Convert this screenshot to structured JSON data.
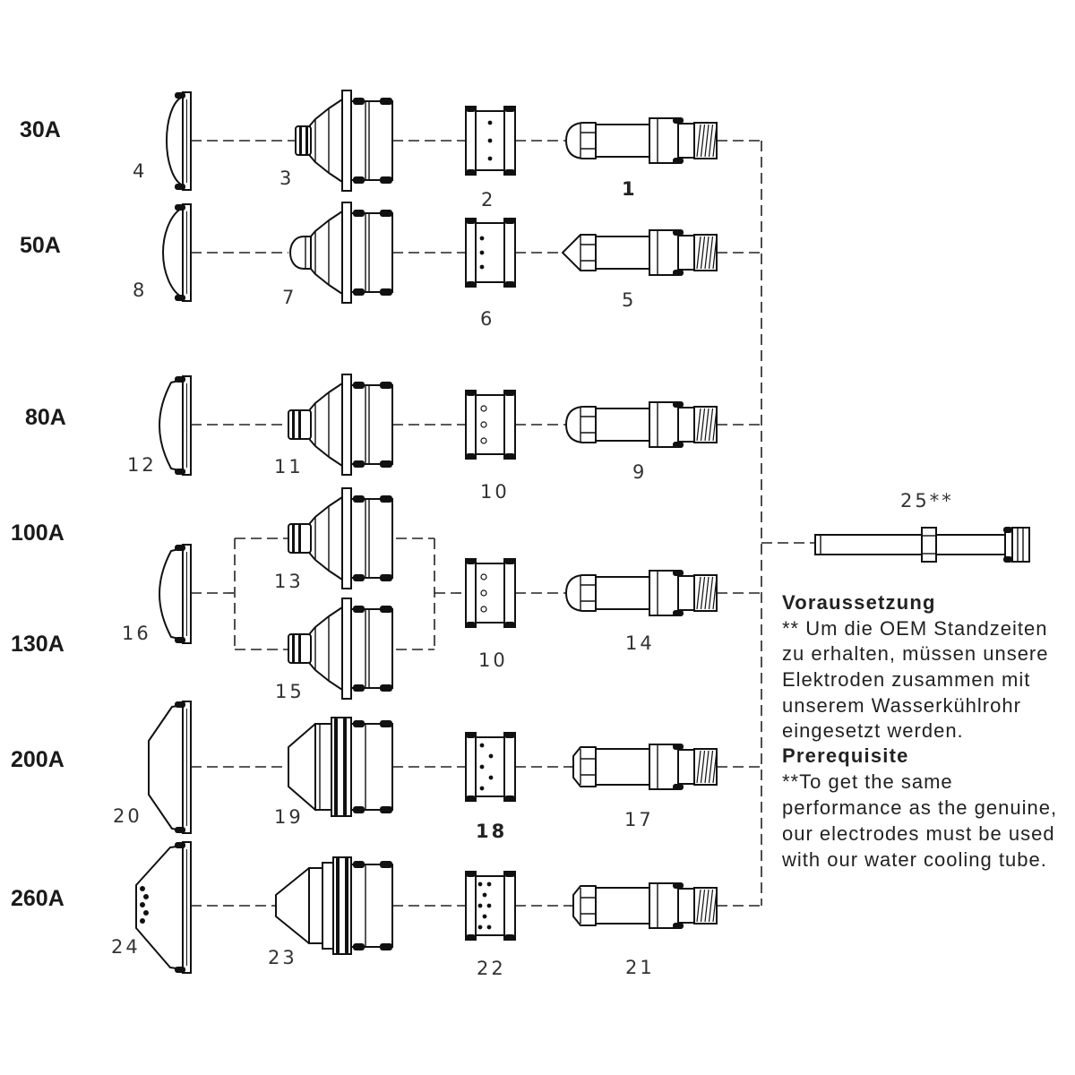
{
  "diagram": {
    "groups": [
      {
        "amperages": [
          "30A"
        ],
        "shield": "4",
        "nozzles": [
          "3"
        ],
        "swirl_ring": "2",
        "electrode": "1"
      },
      {
        "amperages": [
          "50A"
        ],
        "shield": "8",
        "nozzles": [
          "7"
        ],
        "swirl_ring": "6",
        "electrode": "5"
      },
      {
        "amperages": [
          "80A"
        ],
        "shield": "12",
        "nozzles": [
          "11"
        ],
        "swirl_ring": "10",
        "electrode": "9"
      },
      {
        "amperages": [
          "100A",
          "130A"
        ],
        "shield": "16",
        "nozzles": [
          "13",
          "15"
        ],
        "swirl_ring": "10",
        "electrode": "14"
      },
      {
        "amperages": [
          "200A"
        ],
        "shield": "20",
        "nozzles": [
          "19"
        ],
        "swirl_ring": "18",
        "electrode": "17"
      },
      {
        "amperages": [
          "260A"
        ],
        "shield": "24",
        "nozzles": [
          "23"
        ],
        "swirl_ring": "22",
        "electrode": "21"
      }
    ],
    "cooling_tube": "25**"
  },
  "note": {
    "heading_de": "Voraussetzung",
    "lines_de": [
      "** Um die OEM Standzeiten",
      "zu erhalten, müssen unsere",
      "Elektroden zusammen mit",
      "unserem Wasserkühlrohr",
      "eingesetzt werden."
    ],
    "heading_en": "Prerequisite",
    "lines_en": [
      "**To get the same",
      "performance as the genuine,",
      "our electrodes must be used",
      "with our water cooling tube."
    ]
  },
  "colors": {
    "line": "#111111",
    "text": "#222222",
    "background": "#ffffff"
  }
}
